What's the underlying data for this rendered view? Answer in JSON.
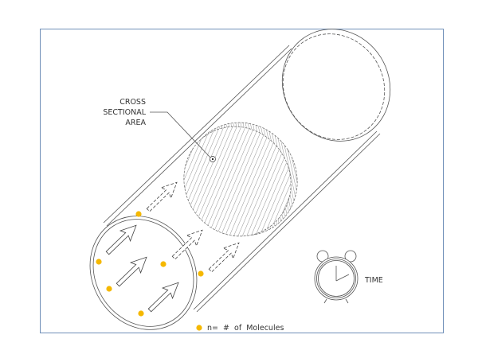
{
  "diagram": {
    "label_cross_section": [
      "CROSS",
      "SECTIONAL",
      "AREA"
    ],
    "label_time": "TIME",
    "legend": {
      "text": "n=  #  of  Molecules",
      "marker_color": "#f5b800"
    },
    "frame_color": "#6f8fb8",
    "molecule_count": 6,
    "solid_arrows": 3,
    "dashed_arrows": 3
  }
}
